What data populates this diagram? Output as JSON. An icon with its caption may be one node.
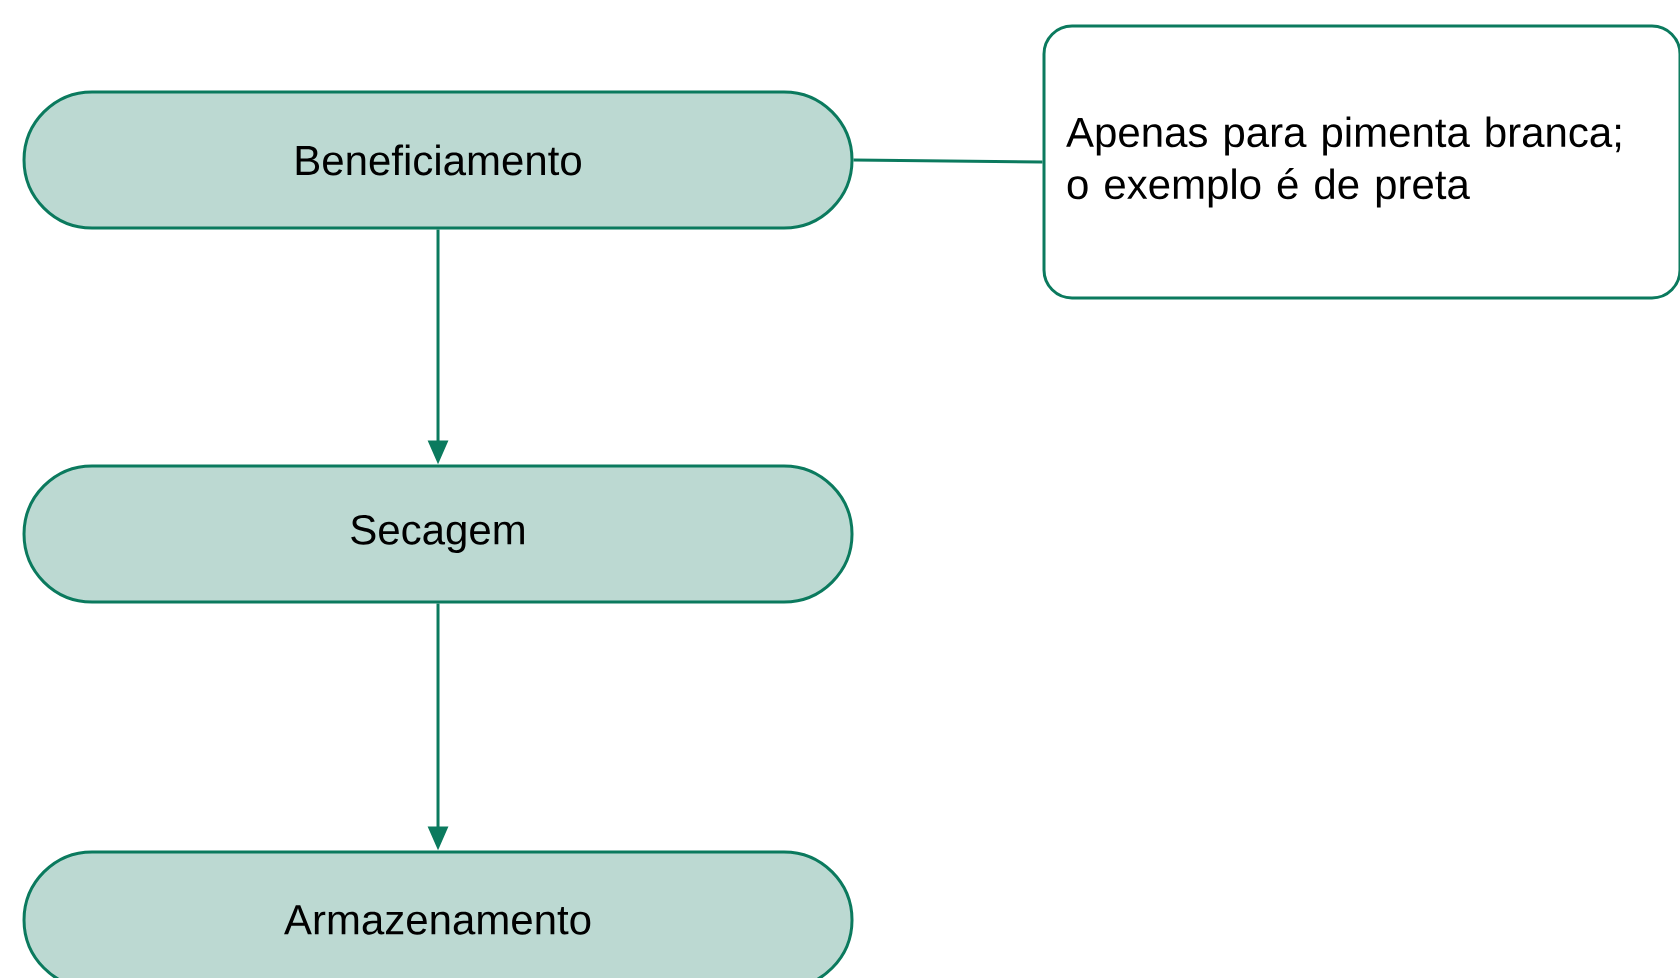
{
  "diagram": {
    "nodes": [
      {
        "text": [
          "Beneficiamento"
        ]
      },
      {
        "text": [
          "Apenas para pimenta branca; o exemplo é de preta"
        ]
      },
      {
        "text": [
          "Secagem"
        ]
      },
      {
        "text": [
          "Armazenamento"
        ]
      }
    ],
    "edges": [
      {
        "from": 0,
        "to": 1,
        "arrow": "none"
      },
      {
        "from": 0,
        "to": 2,
        "arrow": "to"
      },
      {
        "from": 2,
        "to": 3,
        "arrow": "to"
      }
    ]
  }
}
